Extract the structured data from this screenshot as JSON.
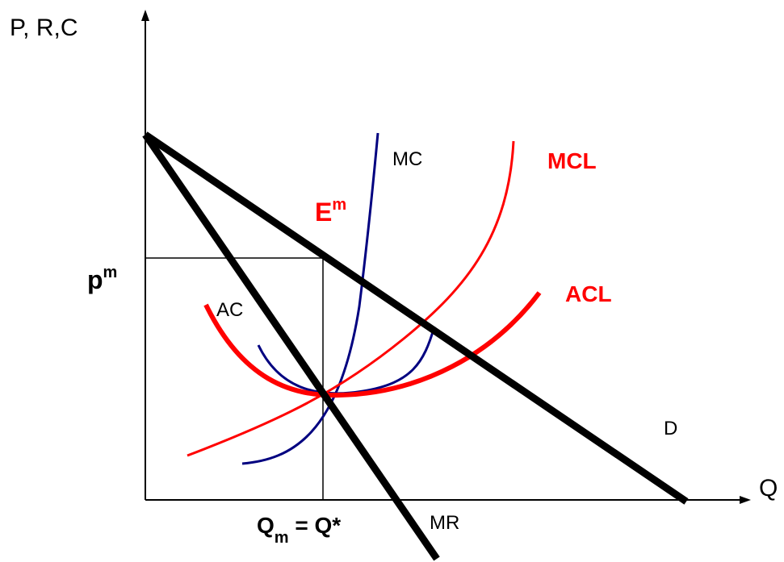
{
  "labels": {
    "y_axis": "P, R,C",
    "x_axis": "Q",
    "price": "p",
    "price_sup": "m",
    "quantity_main": "Q",
    "quantity_sub": "m",
    "quantity_rest": " = Q*",
    "equilibrium": "E",
    "equilibrium_sup": "m"
  },
  "curves": {
    "mc": "MC",
    "mcl": "MCL",
    "ac": "AC",
    "acl": "ACL",
    "demand": "D",
    "mr": "MR"
  },
  "colors": {
    "black": "#000000",
    "red": "#ff0000",
    "navy": "#000080"
  }
}
